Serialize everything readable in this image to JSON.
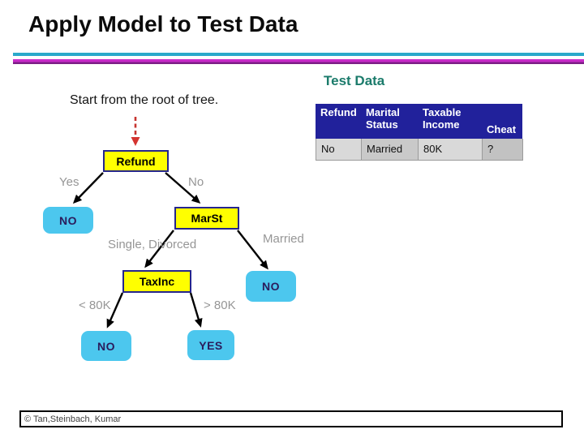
{
  "slide": {
    "title": "Apply Model to Test Data",
    "copyright": "© Tan,Steinbach, Kumar"
  },
  "test_data": {
    "heading": "Test Data",
    "table": {
      "headers": [
        "Refund",
        "Marital\nStatus",
        "Taxable\nIncome",
        "Cheat"
      ],
      "row": [
        "No",
        "Married",
        "80K",
        "?"
      ]
    }
  },
  "tree": {
    "instruction": "Start from the root of tree.",
    "nodes": {
      "refund": "Refund",
      "marst": "MarSt",
      "taxinc": "TaxInc"
    },
    "leaves": {
      "refund_yes": "NO",
      "marst_married": "NO",
      "taxinc_low": "NO",
      "taxinc_high": "YES"
    },
    "branches": {
      "refund_yes": "Yes",
      "refund_no": "No",
      "marst_single_divorced": "Single, Divorced",
      "marst_married": "Married",
      "taxinc_low": "< 80K",
      "taxinc_high": "> 80K"
    }
  },
  "colors": {
    "rule_teal": "#2AA9CB",
    "rule_magenta_top": "#C92BC9",
    "rule_magenta_bottom": "#7C1F86",
    "heading_teal": "#1B7B6B",
    "table_header_navy": "#21219B",
    "table_cell_gray_light": "#D9D9D9",
    "table_cell_gray_dark": "#C2C2C2",
    "node_yellow": "#FFFF00",
    "node_border_navy": "#26268C",
    "leaf_cyan": "#4CC7EE",
    "leaf_text_navy": "#2B1C5C",
    "branch_label_gray": "#969696",
    "branch_line_black": "#000000",
    "start_arrow_red": "#C63430"
  }
}
